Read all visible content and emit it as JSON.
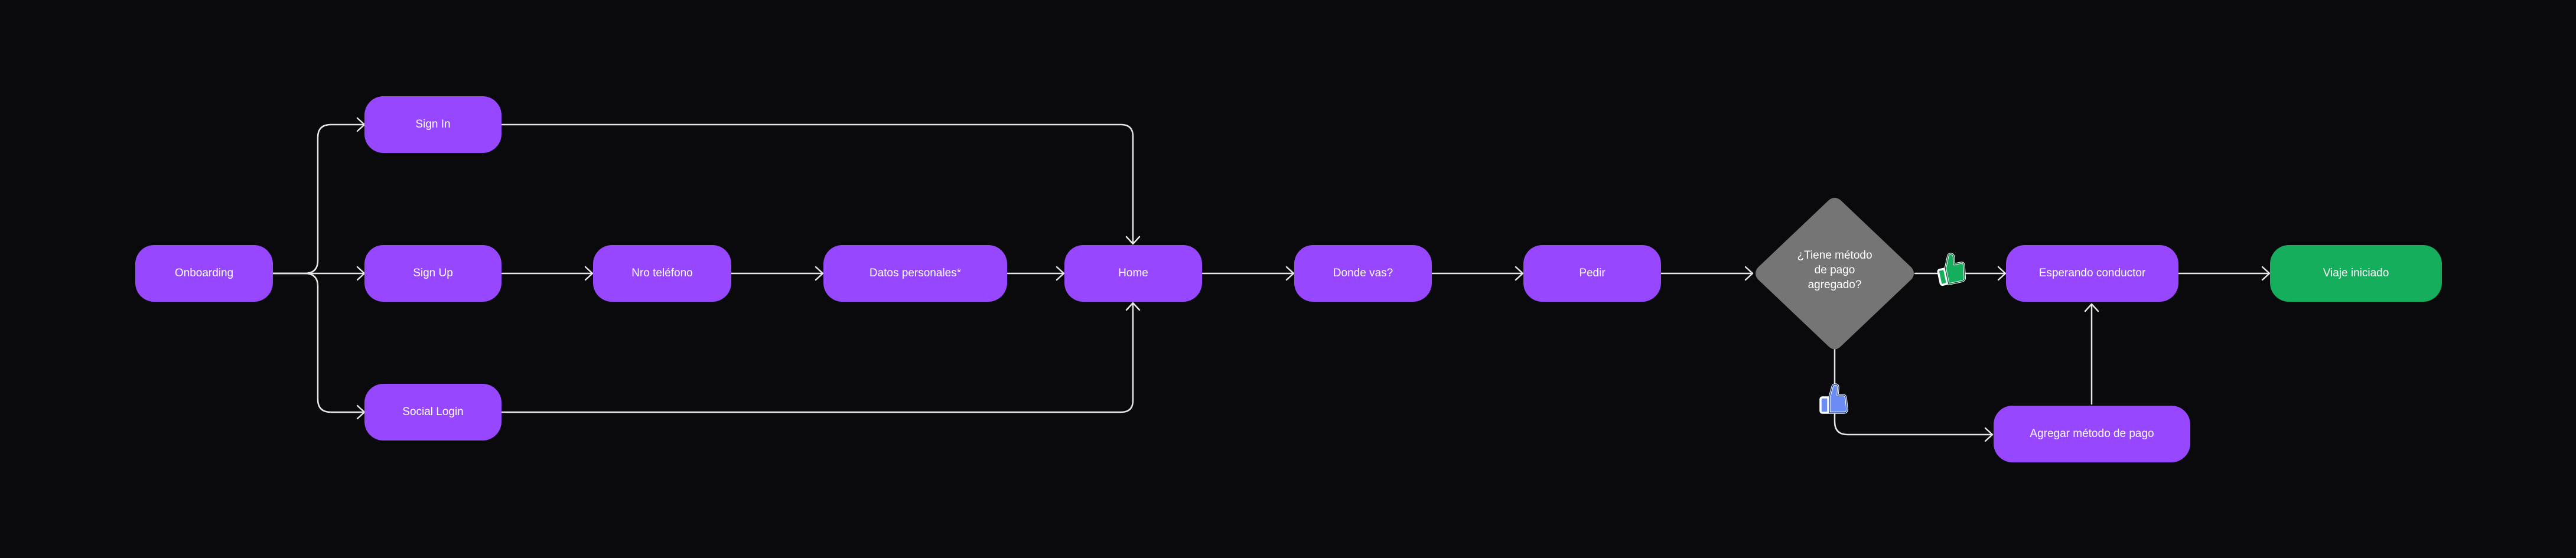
{
  "nodes": {
    "onboarding": "Onboarding",
    "sign_in": "Sign In",
    "sign_up": "Sign Up",
    "social_login": "Social Login",
    "nro_telefono": "Nro teléfono",
    "datos_personales": "Datos personales*",
    "home": "Home",
    "donde_vas": "Donde vas?",
    "pedir": "Pedir",
    "esperando_conductor": "Esperando conductor",
    "agregar_metodo": "Agregar método de pago",
    "viaje_iniciado": "Viaje iniciado"
  },
  "decision": {
    "line1": "¿Tiene método",
    "line2": "de pago",
    "line3": "agregado?"
  },
  "icons": {
    "yes": "thumbs-up-icon",
    "no": "thumbs-down-icon"
  },
  "colors": {
    "background": "#0a0a0c",
    "process_node": "#9747ff",
    "end_node": "#14ae5c",
    "decision_node": "#757575",
    "connector": "#e6e6e6",
    "yes_icon": "#14ae5c",
    "no_icon": "#6b8cf5"
  }
}
